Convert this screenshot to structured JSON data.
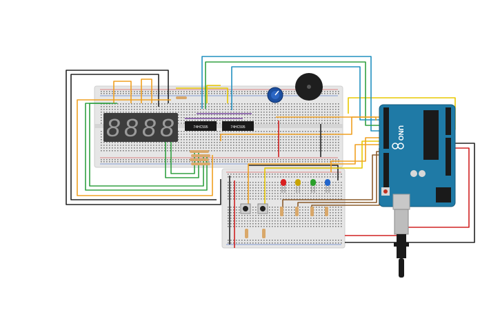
{
  "circuit": {
    "display": {
      "digits": [
        "8",
        "8",
        "8",
        "8"
      ],
      "segment_color": "#3a3a3a"
    },
    "chips": [
      {
        "label": "74HC595"
      },
      {
        "label": "74HC595"
      }
    ],
    "arduino": {
      "brand": "UNO",
      "board_color": "#1f7aa6"
    },
    "leds": [
      {
        "color": "#d92020"
      },
      {
        "color": "#c8a400"
      },
      {
        "color": "#2aa02a"
      },
      {
        "color": "#2266cc"
      }
    ],
    "colors": {
      "breadboard": "#e8e8e8",
      "wire_orange": "#f0a020",
      "wire_yellow": "#e8c800",
      "wire_green": "#30a040",
      "wire_blue": "#2090c0",
      "wire_black": "#222222",
      "wire_red": "#d02020",
      "wire_brown": "#8a5a2a",
      "wire_purple": "#7a4aa0"
    }
  }
}
